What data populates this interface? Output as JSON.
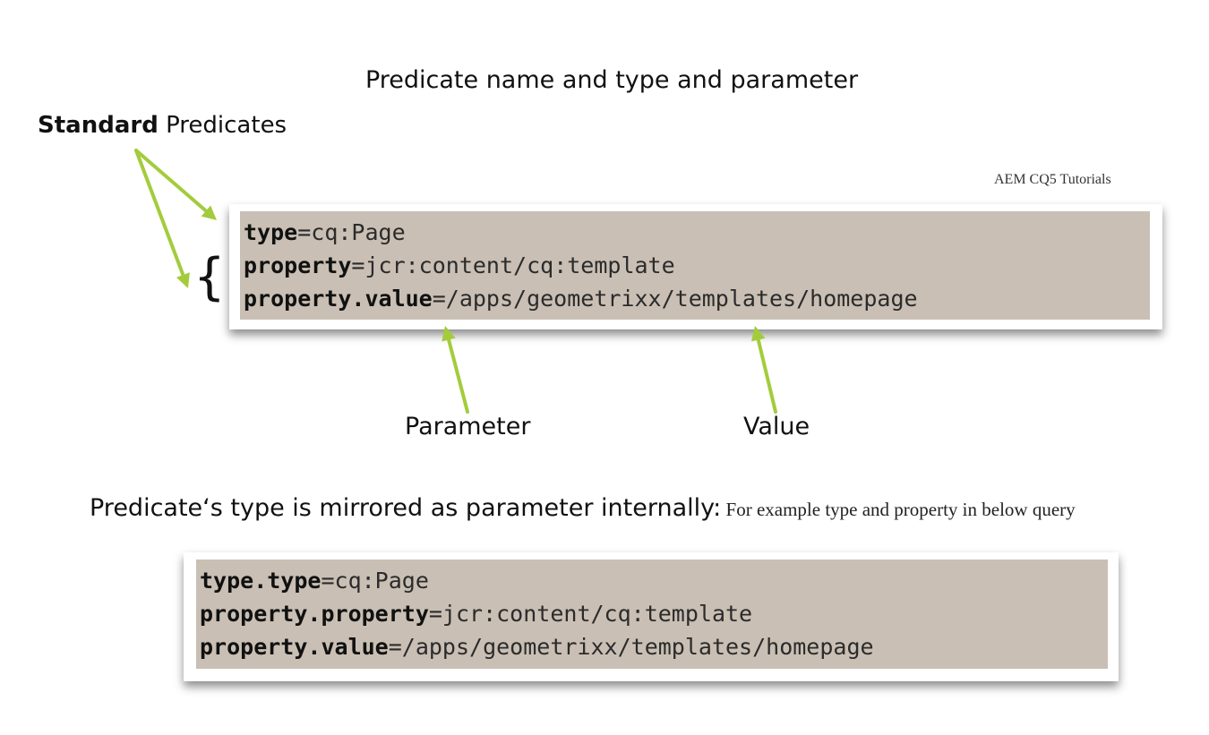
{
  "title": "Predicate name and type and parameter",
  "standard_label": {
    "bold": "Standard",
    "rest": " Predicates"
  },
  "watermark": "AEM CQ5 Tutorials",
  "brace": "{",
  "query1": [
    {
      "key": "type",
      "value": "=cq:Page"
    },
    {
      "key": "property",
      "value": "=jcr:content/cq:template"
    },
    {
      "key": "property.value",
      "value": "=/apps/geometrixx/templates/homepage"
    }
  ],
  "labels": {
    "parameter": "Parameter",
    "value": "Value"
  },
  "mirror_note": {
    "main": "Predicate‘s type is mirrored as parameter internally:",
    "example": " For example type and property in below query"
  },
  "query2": [
    {
      "key": "type.type",
      "value": "=cq:Page"
    },
    {
      "key": "property.property",
      "value": "=jcr:content/cq:template"
    },
    {
      "key": "property.value",
      "value": "=/apps/geometrixx/templates/homepage"
    }
  ],
  "colors": {
    "arrow": "#a3cc3c",
    "code_bg": "#c9bfb4"
  }
}
